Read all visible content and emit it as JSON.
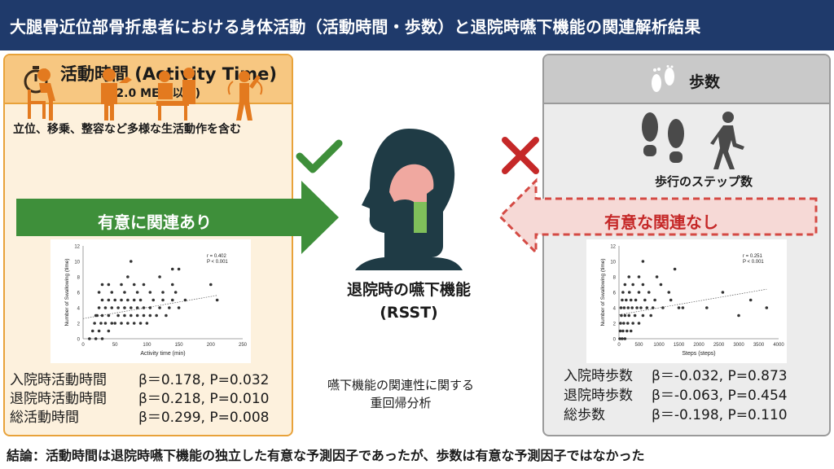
{
  "title": "大腿骨近位部骨折患者における身体活動（活動時間・歩数）と退院時嚥下機能の関連解析結果",
  "left": {
    "title": "活動時間 (Activity Time)",
    "subtitle": "(2.0 METs以上)",
    "caption": "立位、移乗、整容など多様な生活動作を含む",
    "arrow_label": "有意に関連あり",
    "stats": [
      {
        "name": "入院時活動時間",
        "value": "β＝0.178, P=0.032"
      },
      {
        "name": "退院時活動時間",
        "value": "β＝0.218, P=0.010"
      },
      {
        "name": "総活動時間",
        "value": "β＝0.299, P=0.008"
      }
    ]
  },
  "right": {
    "title": "歩数",
    "caption": "歩行のステップ数",
    "arrow_label": "有意な関連なし",
    "stats": [
      {
        "name": "入院時歩数",
        "value": "β＝-0.032, P=0.873"
      },
      {
        "name": "退院時歩数",
        "value": "β＝-0.063, P=0.454"
      },
      {
        "name": "総歩数",
        "value": "β＝-0.198, P=0.110"
      }
    ]
  },
  "center": {
    "title_line1": "退院時の嚥下機能",
    "title_line2": "(RSST)",
    "note_line1": "嚥下機能の関連性に関する",
    "note_line2": "重回帰分析"
  },
  "conclusion": "結論：活動時間は退院時嚥下機能の独立した有意な予測因子であったが、歩数は有意な予測因子ではなかった",
  "colors": {
    "accent_orange": "#e8a23a",
    "green": "#3e8f3a",
    "red": "#c52828",
    "navy": "#1f3a6b"
  },
  "chart_data": [
    {
      "type": "scatter",
      "xlabel": "Activity time (min)",
      "ylabel": "Number of Swallowing (time)",
      "xticks": [
        0,
        50,
        100,
        150,
        200,
        250
      ],
      "yticks": [
        0,
        2,
        4,
        6,
        8,
        10,
        12
      ],
      "xlim": [
        0,
        250
      ],
      "ylim": [
        0,
        12
      ],
      "annotation": [
        "r = 0.402",
        "P < 0.001"
      ],
      "trendline": {
        "x": [
          0,
          210
        ],
        "y": [
          2.6,
          5.6
        ]
      },
      "points": [
        [
          10,
          0
        ],
        [
          15,
          1
        ],
        [
          20,
          0
        ],
        [
          25,
          1
        ],
        [
          30,
          0
        ],
        [
          40,
          1
        ],
        [
          18,
          2
        ],
        [
          22,
          3
        ],
        [
          28,
          2
        ],
        [
          35,
          2
        ],
        [
          45,
          2
        ],
        [
          50,
          2
        ],
        [
          60,
          2
        ],
        [
          70,
          2
        ],
        [
          80,
          2
        ],
        [
          90,
          2
        ],
        [
          100,
          2
        ],
        [
          20,
          3
        ],
        [
          30,
          3
        ],
        [
          40,
          3
        ],
        [
          55,
          3
        ],
        [
          65,
          3
        ],
        [
          75,
          3
        ],
        [
          85,
          3
        ],
        [
          95,
          3
        ],
        [
          105,
          3
        ],
        [
          115,
          3
        ],
        [
          130,
          3
        ],
        [
          25,
          4
        ],
        [
          35,
          4
        ],
        [
          45,
          4
        ],
        [
          55,
          4
        ],
        [
          65,
          4
        ],
        [
          75,
          4
        ],
        [
          85,
          4
        ],
        [
          95,
          4
        ],
        [
          105,
          4
        ],
        [
          120,
          4
        ],
        [
          135,
          4
        ],
        [
          150,
          4
        ],
        [
          30,
          5
        ],
        [
          40,
          5
        ],
        [
          50,
          5
        ],
        [
          60,
          5
        ],
        [
          70,
          5
        ],
        [
          80,
          5
        ],
        [
          90,
          5
        ],
        [
          110,
          5
        ],
        [
          125,
          5
        ],
        [
          140,
          5
        ],
        [
          160,
          5
        ],
        [
          210,
          5
        ],
        [
          25,
          6
        ],
        [
          45,
          6
        ],
        [
          65,
          6
        ],
        [
          85,
          6
        ],
        [
          105,
          6
        ],
        [
          125,
          6
        ],
        [
          145,
          6
        ],
        [
          30,
          7
        ],
        [
          40,
          7
        ],
        [
          60,
          7
        ],
        [
          80,
          7
        ],
        [
          95,
          7
        ],
        [
          140,
          7
        ],
        [
          200,
          7
        ],
        [
          70,
          8
        ],
        [
          120,
          8
        ],
        [
          140,
          9
        ],
        [
          150,
          9
        ],
        [
          75,
          10
        ]
      ]
    },
    {
      "type": "scatter",
      "xlabel": "Steps (steps)",
      "ylabel": "Number of Swallowing (time)",
      "xticks": [
        0,
        500,
        1000,
        1500,
        2000,
        2500,
        3000,
        3500,
        4000
      ],
      "yticks": [
        0,
        2,
        4,
        6,
        8,
        10,
        12
      ],
      "xlim": [
        0,
        4000
      ],
      "ylim": [
        0,
        12
      ],
      "annotation": [
        "r = 0.251",
        "P < 0.001"
      ],
      "trendline": {
        "x": [
          0,
          3700
        ],
        "y": [
          3.1,
          6.4
        ]
      },
      "points": [
        [
          20,
          0
        ],
        [
          80,
          0
        ],
        [
          150,
          0
        ],
        [
          30,
          1
        ],
        [
          100,
          1
        ],
        [
          200,
          1
        ],
        [
          300,
          1
        ],
        [
          40,
          2
        ],
        [
          120,
          2
        ],
        [
          220,
          2
        ],
        [
          350,
          2
        ],
        [
          500,
          2
        ],
        [
          60,
          3
        ],
        [
          150,
          3
        ],
        [
          250,
          3
        ],
        [
          400,
          3
        ],
        [
          600,
          3
        ],
        [
          800,
          3
        ],
        [
          50,
          4
        ],
        [
          130,
          4
        ],
        [
          230,
          4
        ],
        [
          330,
          4
        ],
        [
          450,
          4
        ],
        [
          550,
          4
        ],
        [
          700,
          4
        ],
        [
          850,
          4
        ],
        [
          1100,
          4
        ],
        [
          1600,
          4
        ],
        [
          2200,
          4
        ],
        [
          3700,
          4
        ],
        [
          80,
          5
        ],
        [
          180,
          5
        ],
        [
          300,
          5
        ],
        [
          420,
          5
        ],
        [
          650,
          5
        ],
        [
          900,
          5
        ],
        [
          1300,
          5
        ],
        [
          1500,
          4
        ],
        [
          3300,
          5
        ],
        [
          100,
          6
        ],
        [
          260,
          6
        ],
        [
          500,
          6
        ],
        [
          750,
          6
        ],
        [
          1250,
          6
        ],
        [
          2600,
          6
        ],
        [
          150,
          7
        ],
        [
          350,
          7
        ],
        [
          600,
          7
        ],
        [
          1050,
          7
        ],
        [
          250,
          8
        ],
        [
          500,
          8
        ],
        [
          950,
          8
        ],
        [
          1400,
          9
        ],
        [
          600,
          10
        ],
        [
          3000,
          3
        ]
      ]
    }
  ]
}
